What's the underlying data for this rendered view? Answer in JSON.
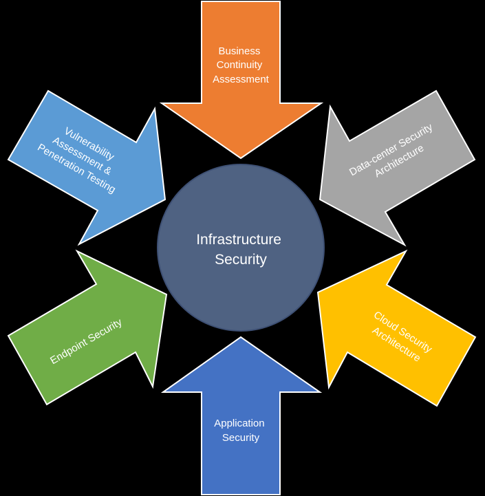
{
  "center": {
    "lines": [
      "Infrastructure",
      "Security"
    ],
    "fill": "#4f6282",
    "stroke": "#3e5074"
  },
  "arrows": [
    {
      "name": "business-continuity",
      "lines": [
        "Business",
        "Continuity",
        "Assessment"
      ],
      "fill": "#ed7d31",
      "stroke": "#ffffff"
    },
    {
      "name": "datacenter-security",
      "lines": [
        "Data-center Security",
        "Architecture"
      ],
      "fill": "#a5a5a5",
      "stroke": "#ffffff"
    },
    {
      "name": "cloud-security",
      "lines": [
        "Cloud Security",
        "Architecture"
      ],
      "fill": "#ffc000",
      "stroke": "#ffffff"
    },
    {
      "name": "application-security",
      "lines": [
        "Application",
        "Security"
      ],
      "fill": "#4472c4",
      "stroke": "#ffffff"
    },
    {
      "name": "endpoint-security",
      "lines": [
        "Endpoint Security"
      ],
      "fill": "#70ad47",
      "stroke": "#ffffff"
    },
    {
      "name": "vulnerability-assessment",
      "lines": [
        "Vulnerability",
        "Assessment &",
        "Penetration Testing"
      ],
      "fill": "#5b9bd5",
      "stroke": "#ffffff"
    }
  ]
}
